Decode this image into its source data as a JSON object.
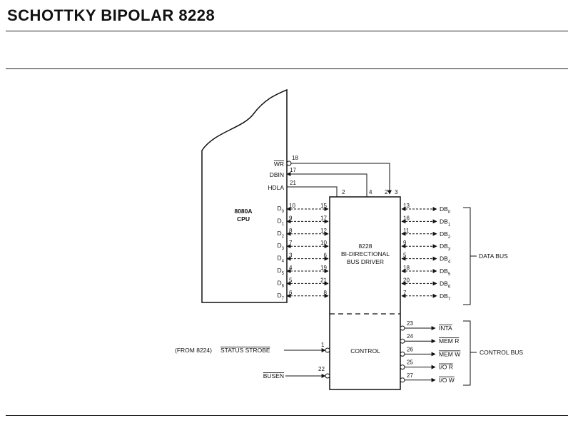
{
  "page": {
    "title": "SCHOTTKY BIPOLAR 8228"
  },
  "cpu": {
    "name": "8080A",
    "sub": "CPU"
  },
  "cpu_signals": {
    "wr": "WR",
    "dbin": "DBIN",
    "hlda": "HDLA",
    "data": [
      "D0",
      "D1",
      "D2",
      "D3",
      "D4",
      "D5",
      "D6",
      "D7"
    ]
  },
  "cpu_pins": {
    "wr": "18",
    "dbin": "17",
    "hlda": "21",
    "data": [
      "10",
      "9",
      "8",
      "7",
      "3",
      "4",
      "5",
      "6"
    ]
  },
  "driver": {
    "line1": "8228",
    "line2": "BI-DIRECTIONAL",
    "line3": "BUS DRIVER",
    "control": "CONTROL"
  },
  "driver_top_pins": [
    "2",
    "4",
    "2",
    "3"
  ],
  "driver_left_data_pins": [
    "15",
    "17",
    "12",
    "10",
    "6",
    "19",
    "21",
    "8"
  ],
  "driver_right_data_pins": [
    "13",
    "16",
    "11",
    "9",
    "5",
    "18",
    "20",
    "7"
  ],
  "data_bus_labels": [
    "DB0",
    "DB1",
    "DB2",
    "DB3",
    "DB4",
    "DB5",
    "DB6",
    "DB7"
  ],
  "data_bus": "DATA BUS",
  "control_pins": [
    "23",
    "24",
    "26",
    "25",
    "27"
  ],
  "control_outputs": [
    "INTA",
    "MEM R",
    "MEM W",
    "I/O R",
    "I/O W"
  ],
  "control_bus": "CONTROL BUS",
  "status_strobe": {
    "prefix": "(FROM 8224)",
    "label": "STATUS STROBE",
    "pin": "1"
  },
  "busen": {
    "label": "BUSEN",
    "pin": "22"
  }
}
